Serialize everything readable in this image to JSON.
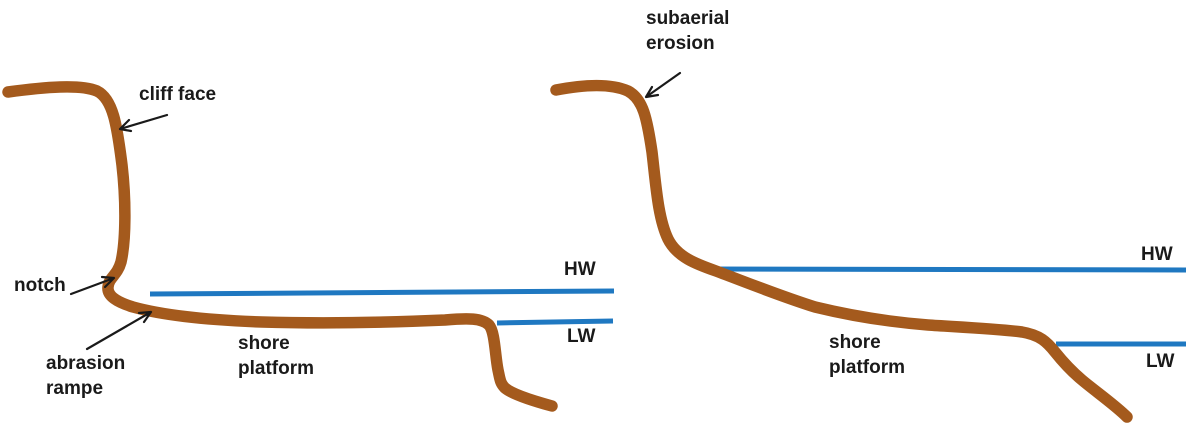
{
  "colors": {
    "land": "#A45A1D",
    "water": "#1F78C1",
    "text": "#1A1A1A",
    "arrow": "#1A1A1A",
    "background": "#FFFFFF"
  },
  "left_diagram": {
    "labels": {
      "cliff_face": "cliff face",
      "notch": "notch",
      "abrasion_rampe": {
        "line1": "abrasion",
        "line2": "rampe"
      },
      "shore_platform": {
        "line1": "shore",
        "line2": "platform"
      },
      "high_water": "HW",
      "low_water": "LW"
    }
  },
  "right_diagram": {
    "labels": {
      "subaerial_erosion": {
        "line1": "subaerial",
        "line2": "erosion"
      },
      "shore_platform": {
        "line1": "shore",
        "line2": "platform"
      },
      "high_water": "HW",
      "low_water": "LW"
    }
  }
}
